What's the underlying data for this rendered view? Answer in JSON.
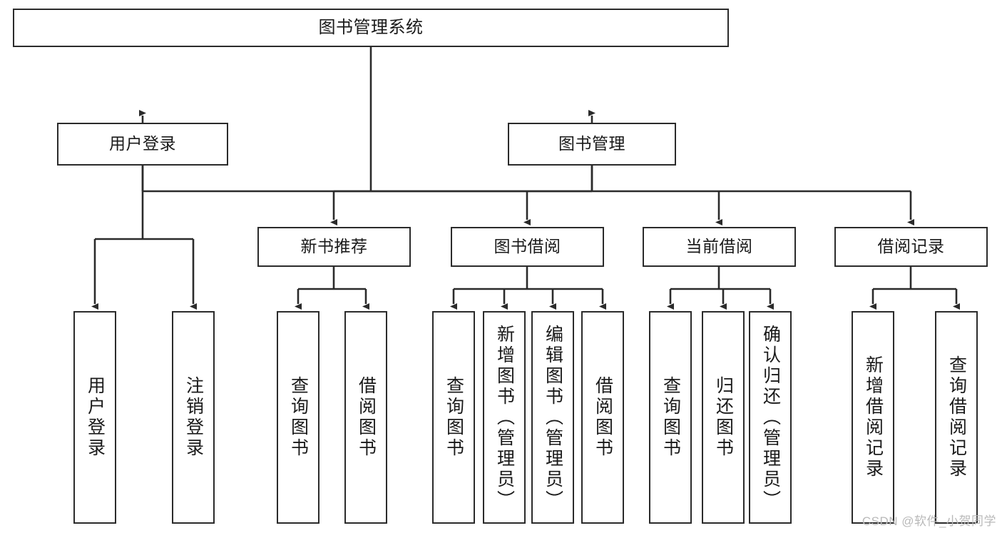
{
  "diagram": {
    "title": "图书管理系统",
    "type": "tree-hierarchy",
    "root": {
      "label": "图书管理系统"
    },
    "level1": [
      {
        "id": "user-login",
        "label": "用户登录"
      },
      {
        "id": "book-management",
        "label": "图书管理"
      }
    ],
    "level2": [
      {
        "id": "new-book-recommend",
        "label": "新书推荐",
        "parent": "book-management"
      },
      {
        "id": "book-borrow",
        "label": "图书借阅",
        "parent": "book-management"
      },
      {
        "id": "current-borrow",
        "label": "当前借阅",
        "parent": "book-management"
      },
      {
        "id": "borrow-record",
        "label": "借阅记录",
        "parent": "book-management"
      }
    ],
    "leaves": [
      {
        "id": "leaf-user-login",
        "label": "用户登录",
        "parent": "user-login"
      },
      {
        "id": "leaf-logout-login",
        "label": "注销登录",
        "parent": "user-login"
      },
      {
        "id": "leaf-query-book-1",
        "label": "查询图书",
        "parent": "new-book-recommend"
      },
      {
        "id": "leaf-borrow-book-1",
        "label": "借阅图书",
        "parent": "new-book-recommend"
      },
      {
        "id": "leaf-query-book-2",
        "label": "查询图书",
        "parent": "book-borrow"
      },
      {
        "id": "leaf-add-book",
        "label": "新增图书（管理员）",
        "parent": "book-borrow"
      },
      {
        "id": "leaf-edit-book",
        "label": "编辑图书（管理员）",
        "parent": "book-borrow"
      },
      {
        "id": "leaf-borrow-book-2",
        "label": "借阅图书",
        "parent": "book-borrow"
      },
      {
        "id": "leaf-query-book-3",
        "label": "查询图书",
        "parent": "current-borrow"
      },
      {
        "id": "leaf-return-book",
        "label": "归还图书",
        "parent": "current-borrow"
      },
      {
        "id": "leaf-confirm-return",
        "label": "确认归还（管理员）",
        "parent": "current-borrow"
      },
      {
        "id": "leaf-add-record",
        "label": "新增借阅记录",
        "parent": "borrow-record"
      },
      {
        "id": "leaf-query-record",
        "label": "查询借阅记录",
        "parent": "borrow-record"
      }
    ],
    "watermark": "CSDN @软件_小贺同学",
    "colors": {
      "stroke": "#2b2b2b",
      "fill": "#ffffff",
      "text": "#1a1a1a",
      "watermark": "#b9b9b9"
    }
  }
}
